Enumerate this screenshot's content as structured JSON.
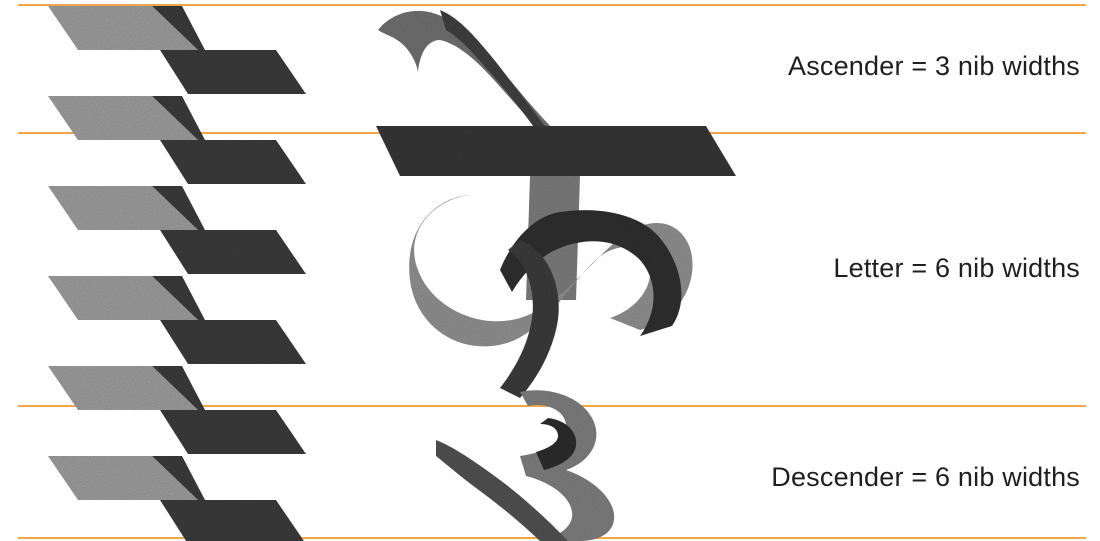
{
  "labels": {
    "ascender": "Ascender = 3 nib widths",
    "letter": "Letter = 6 nib widths",
    "descender": "Descender = 6 nib widths"
  },
  "colors": {
    "guide_line": "#f2a645",
    "ink_light": "#9a9a9a",
    "ink_dark": "#3a3a3a",
    "text": "#1f1f1f"
  },
  "figure": {
    "glyph": "Devanagari letter (ru) written with a broad nib",
    "nib_marks_column": 6
  }
}
